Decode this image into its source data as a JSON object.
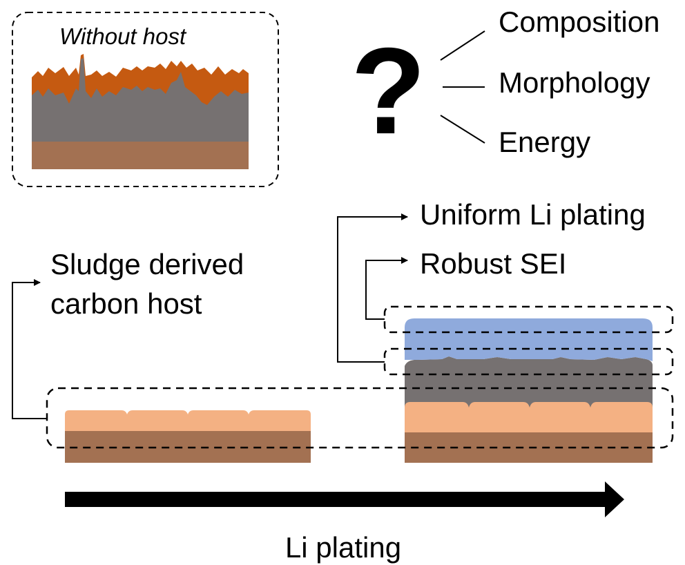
{
  "inset": {
    "title": "Without host"
  },
  "question": {
    "symbol": "?"
  },
  "aspects": [
    "Composition",
    "Morphology",
    "Energy"
  ],
  "host_label": {
    "line1": "Sludge derived",
    "line2": "carbon host"
  },
  "benefits": {
    "uniform": "Uniform Li plating",
    "sei": "Robust SEI"
  },
  "process": {
    "label": "Li plating"
  },
  "colors": {
    "substrate": "#a37152",
    "host_layer": "#f4b183",
    "li_metal": "#767171",
    "sei_layer": "#8faadc",
    "inset_sei": "#c55a11"
  }
}
